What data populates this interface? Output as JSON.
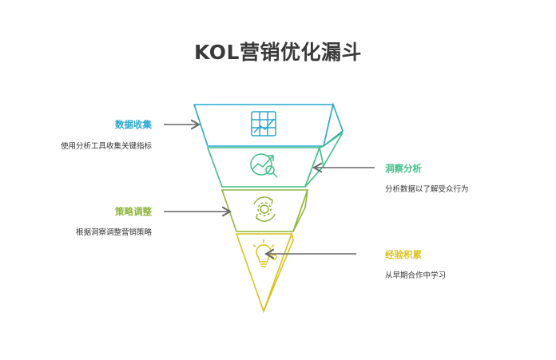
{
  "title": "KOL营销优化漏斗",
  "colors": {
    "blue": "#29a7cf",
    "teal": "#3fbf86",
    "green": "#8db73a",
    "yellow": "#d8c21f",
    "arrow": "#666666"
  },
  "stages": [
    {
      "title": "数据收集",
      "desc": "使用分析工具收集关键指标",
      "icon": "chart-icon",
      "side": "left"
    },
    {
      "title": "洞察分析",
      "desc": "分析数据以了解受众行为",
      "icon": "growth-search-icon",
      "side": "right"
    },
    {
      "title": "策略调整",
      "desc": "根据洞察调整营销策略",
      "icon": "gear-cycle-icon",
      "side": "left"
    },
    {
      "title": "经验积累",
      "desc": "从早期合作中学习",
      "icon": "lightbulb-icon",
      "side": "right"
    }
  ]
}
